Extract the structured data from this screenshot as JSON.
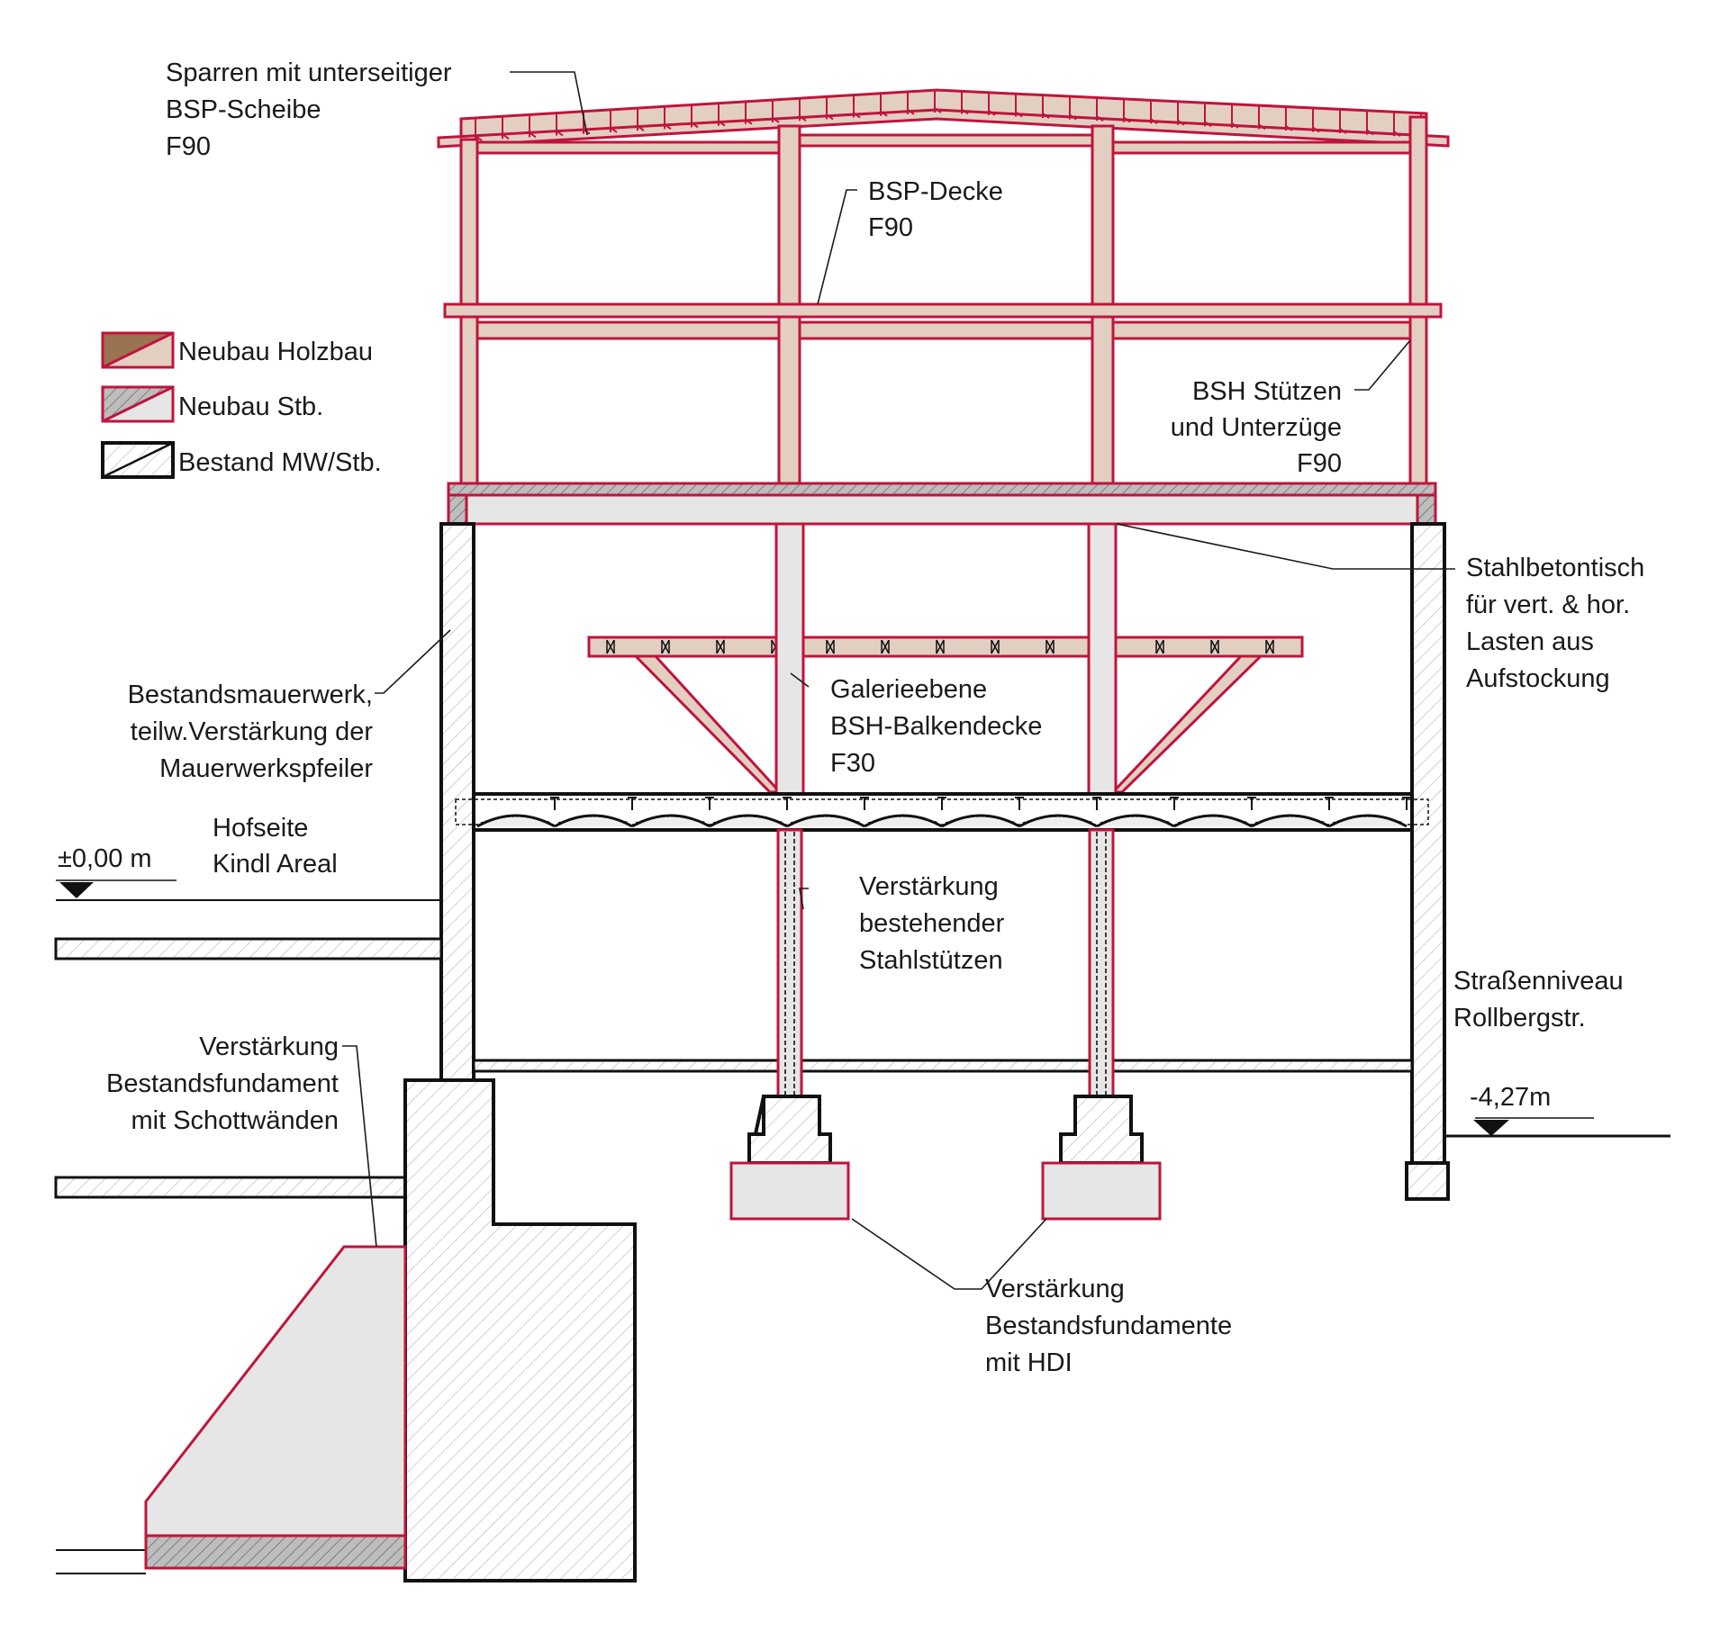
{
  "colors": {
    "timber_fill": "#e2cfc2",
    "timber_dark": "#9a7350",
    "red": "#c0143c",
    "light_fill": "#e6e6e6",
    "hatch_gray": "#9a9a9a",
    "ink": "#111111"
  },
  "legend": [
    {
      "key": "timber",
      "label": "Neubau Holzbau"
    },
    {
      "key": "concrete",
      "label": "Neubau Stb."
    },
    {
      "key": "existing",
      "label": "Bestand MW/Stb."
    }
  ],
  "labels": {
    "rafters": [
      "Sparren mit unterseitiger",
      "BSP-Scheibe",
      "F90"
    ],
    "clt_slab": [
      "BSP-Decke",
      "F90"
    ],
    "glulam": [
      "BSH Stützen",
      "und Unterzüge",
      "F90"
    ],
    "rc_table": [
      "Stahlbetontisch",
      "für vert. & hor.",
      "Lasten aus",
      "Aufstockung"
    ],
    "masonry": [
      "Bestandsmauerwerk,",
      "teilw.Verstärkung der",
      "Mauerwerkspfeiler"
    ],
    "gallery": [
      "Galerieebene",
      "BSH-Balkendecke",
      "F30"
    ],
    "courtyard": [
      "Hofseite",
      "Kindl Areal"
    ],
    "level_zero": "±0,00 m",
    "steel_columns": [
      "Verstärkung",
      "bestehender",
      "Stahlstützen"
    ],
    "street": [
      "Straßenniveau",
      "Rollbergstr."
    ],
    "level_street": "-4,27m",
    "foundation_walls": [
      "Verstärkung",
      "Bestandsfundament",
      "mit Schottwänden"
    ],
    "hdi": [
      "Verstärkung",
      "Bestandsfundamente",
      "mit HDI"
    ]
  }
}
